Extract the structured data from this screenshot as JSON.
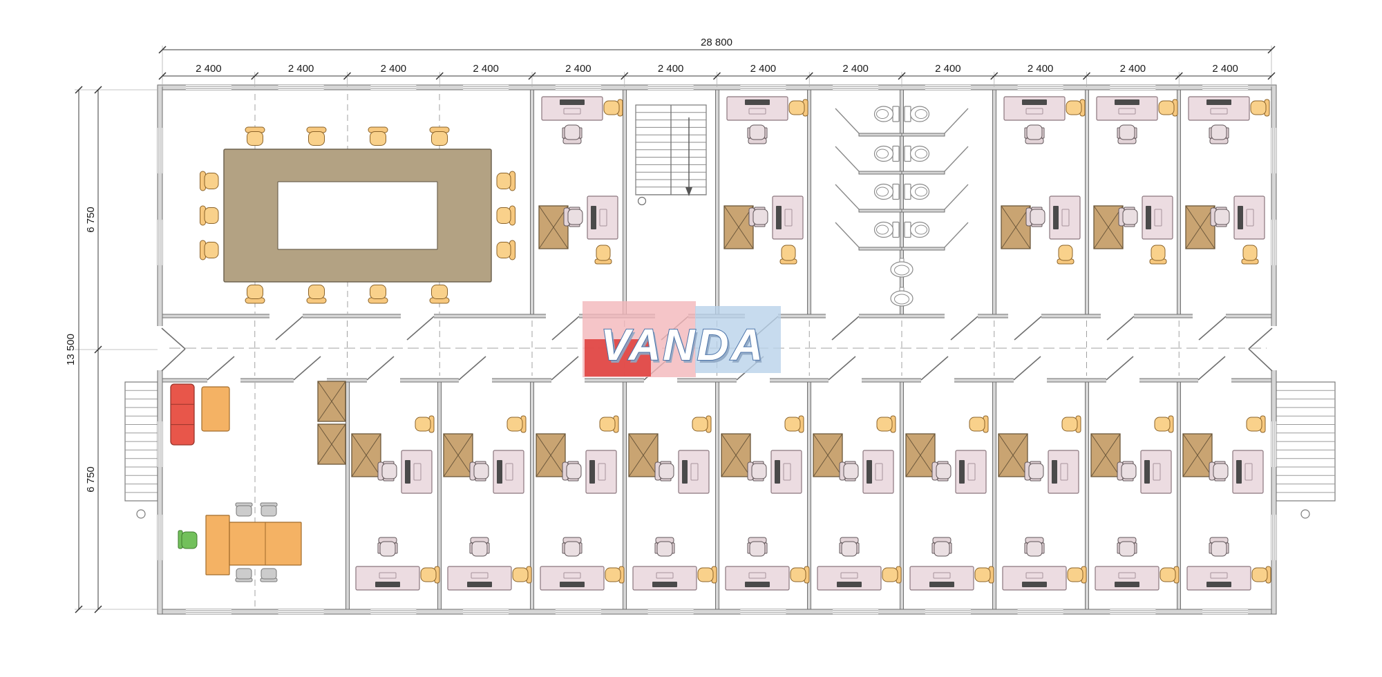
{
  "dimensions": {
    "top_total": "28 800",
    "top_segments": [
      "2 400",
      "2 400",
      "2 400",
      "2 400",
      "2 400",
      "2 400",
      "2 400",
      "2 400",
      "2 400",
      "2 400",
      "2 400",
      "2 400"
    ],
    "left_total": "13 500",
    "left_segments": [
      "6 750",
      "6 750"
    ]
  },
  "logo": {
    "text": "VANDA"
  },
  "palette": {
    "wall_fill": "#d6d6d6",
    "wall_edge": "#6f6f6f",
    "dash": "#a0a0a0",
    "chair_fill": "#e3d4d8",
    "chair_seat": "#eadfe2",
    "chair_edge": "#5f5558",
    "guest_fill": "#f7c87e",
    "guest_seat": "#f9d18b",
    "guest_edge": "#8a6228",
    "desk_fill": "#ecdce1",
    "desk_edge": "#8a767d",
    "monitor": "#4a4a4a",
    "cabinet_fill": "#c9a472",
    "cabinet_edge": "#6b573b",
    "table_fill": "#b3a283",
    "table_edge": "#6e6350",
    "sofa_fill": "#e8564a",
    "sofa_edge": "#97352b",
    "coffee_fill": "#f4b264",
    "green_fill": "#72c05b",
    "gray_fill": "#cccccc",
    "fixture": "#8a8a8a",
    "dim": "#3a3a3a",
    "logo_pink": "#f2b6ba",
    "logo_blue": "#b9d2ea",
    "logo_red": "#e04340",
    "logo_shadow": "#8fa7c4",
    "logo_text_edge": "#4a72a8"
  }
}
